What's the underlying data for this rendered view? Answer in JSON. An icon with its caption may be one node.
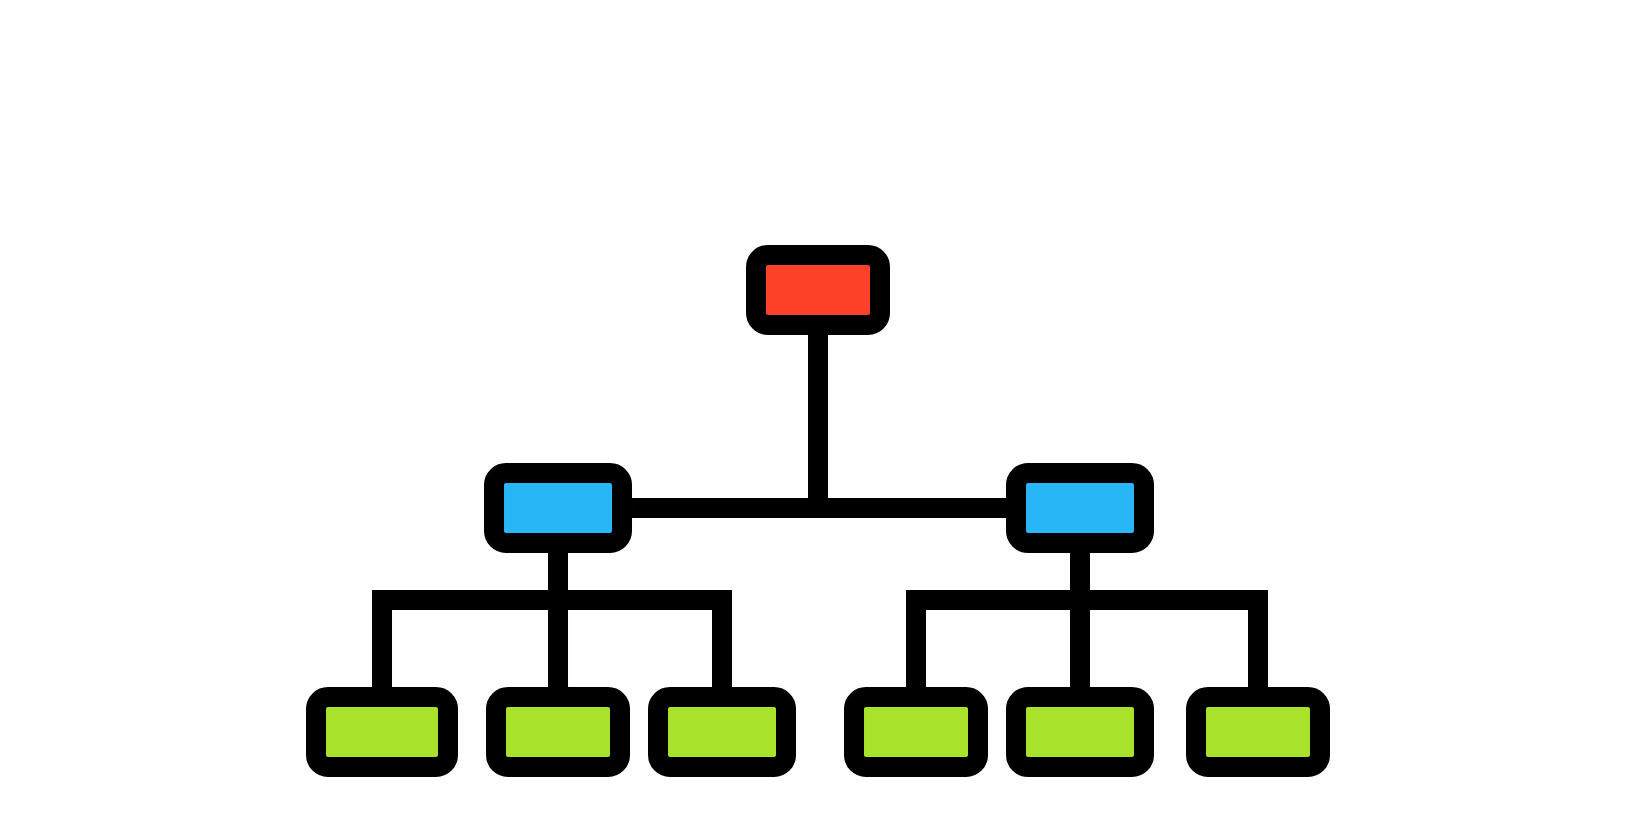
{
  "diagram": {
    "nodes": [
      {
        "text": [],
        "shape": "box"
      },
      {
        "text": [],
        "shape": "box"
      },
      {
        "text": [],
        "shape": "box"
      },
      {
        "text": [],
        "shape": "box"
      },
      {
        "text": [],
        "shape": "box"
      },
      {
        "text": [],
        "shape": "box"
      },
      {
        "text": [],
        "shape": "box"
      },
      {
        "text": [],
        "shape": "box"
      },
      {
        "text": [],
        "shape": "box"
      }
    ],
    "edges": [
      {
        "from": 0,
        "to": 1,
        "arrow": "none"
      },
      {
        "from": 0,
        "to": 2,
        "arrow": "none"
      },
      {
        "from": 1,
        "to": 3,
        "arrow": "none"
      },
      {
        "from": 1,
        "to": 4,
        "arrow": "none"
      },
      {
        "from": 1,
        "to": 5,
        "arrow": "none"
      },
      {
        "from": 2,
        "to": 6,
        "arrow": "none"
      },
      {
        "from": 2,
        "to": 7,
        "arrow": "none"
      },
      {
        "from": 2,
        "to": 8,
        "arrow": "none"
      }
    ]
  }
}
